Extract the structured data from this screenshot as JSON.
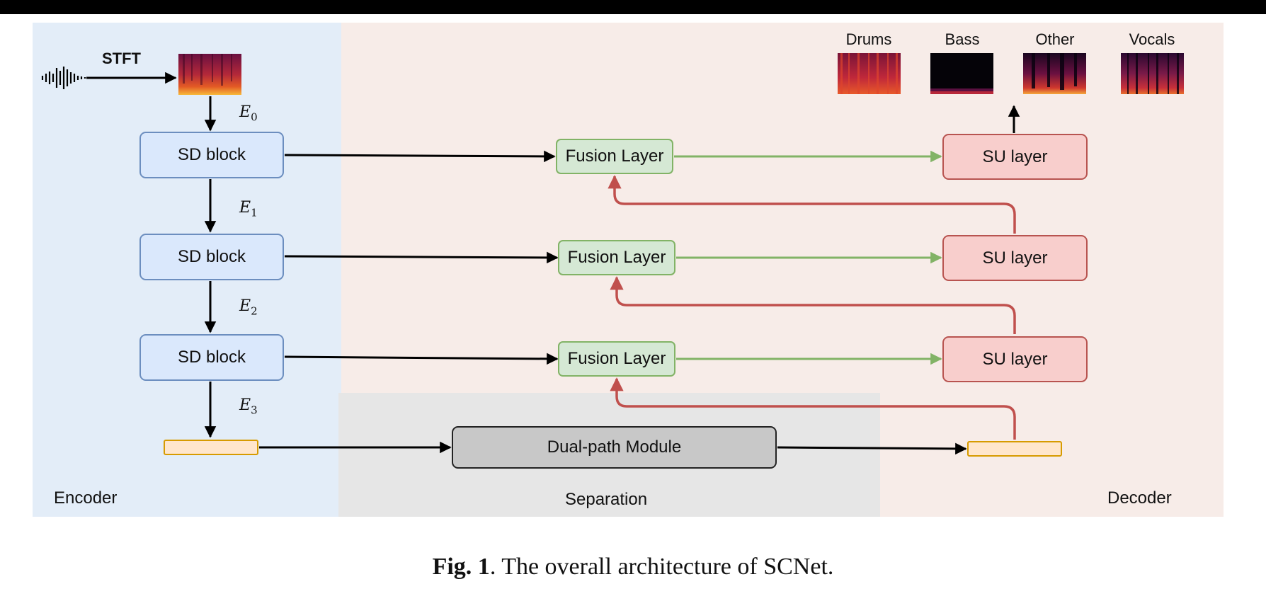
{
  "regions": {
    "encoder": "Encoder",
    "separation": "Separation",
    "decoder": "Decoder"
  },
  "input": {
    "transform_label": "STFT"
  },
  "encoder_labels": [
    "E",
    "E",
    "E",
    "E"
  ],
  "encoder_subscripts": [
    "0",
    "1",
    "2",
    "3"
  ],
  "blocks": {
    "sd": [
      "SD block",
      "SD block",
      "SD block"
    ],
    "fusion": [
      "Fusion Layer",
      "Fusion Layer",
      "Fusion Layer"
    ],
    "su": [
      "SU layer",
      "SU layer",
      "SU layer"
    ],
    "dual_path": "Dual-path Module"
  },
  "sources": [
    "Drums",
    "Bass",
    "Other",
    "Vocals"
  ],
  "caption": {
    "prefix": "Fig. 1",
    "text": ".  The overall architecture of SCNet."
  },
  "colors": {
    "encoder_bg": "#e3edf8",
    "separation_bg": "#e6e6e6",
    "decoder_bg": "#f7ece8",
    "green_arrow": "#82b366",
    "red_arrow": "#c0504d"
  }
}
